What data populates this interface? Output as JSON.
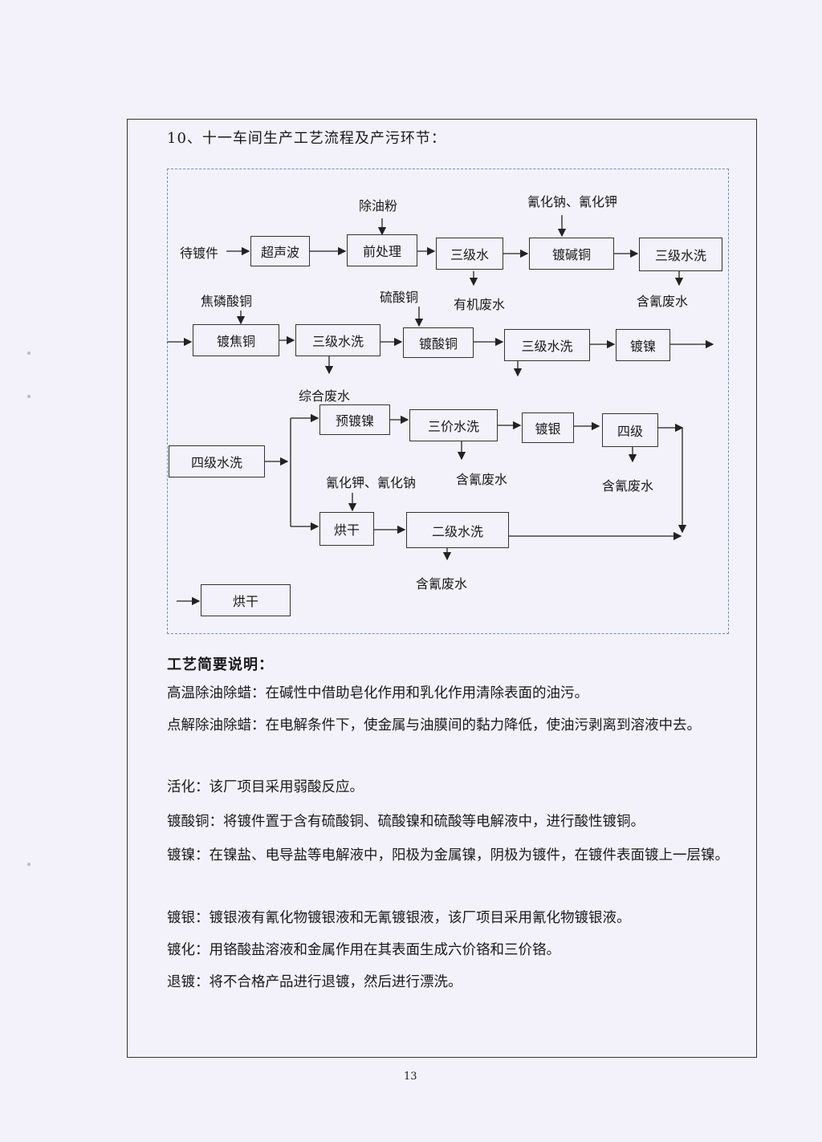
{
  "heading": "10、十一车间生产工艺流程及产污环节：",
  "flow": {
    "input_label": "待镀件",
    "nodes": {
      "chaoshengbo": "超声波",
      "qianchuli": "前处理",
      "sanjishui": "三级水",
      "dujiantong": "镀碱铜",
      "sanjishuixi1": "三级水洗",
      "dujiaotong": "镀焦铜",
      "sanjishuixi2": "三级水洗",
      "dusuantong": "镀酸铜",
      "sanjishuixi3": "三级水洗",
      "dunie": "镀镍",
      "yudunie": "预镀镍",
      "sanjiashuixi": "三价水洗",
      "duyin": "镀银",
      "siji": "四级",
      "sijishuixi": "四级水洗",
      "honggan1": "烘干",
      "erjishuixi": "二级水洗",
      "honggan2": "烘干"
    },
    "labels": {
      "chuyoufen": "除油粉",
      "qinghuana_jia": "氰化钠、氰化钾",
      "youjifeishui": "有机废水",
      "hanqingfeishui1": "含氰废水",
      "jiaolinsuantong": "焦磷酸铜",
      "liusuantong": "硫酸铜",
      "zonghefeishui": "综合废水",
      "hanqingfeishui2": "含氰废水",
      "hanqingfeishui3": "含氰废水",
      "qinghuajia_na": "氰化钾、氰化钠",
      "hanqingfeishui4": "含氰废水"
    }
  },
  "explain": {
    "title": "工艺简要说明：",
    "items": [
      "高温除油除蜡：在碱性中借助皂化作用和乳化作用清除表面的油污。",
      "点解除油除蜡：在电解条件下，使金属与油膜间的黏力降低，使油污剥离到溶液中去。",
      "活化：该厂项目采用弱酸反应。",
      "镀酸铜：将镀件置于含有硫酸铜、硫酸镍和硫酸等电解液中，进行酸性镀铜。",
      "镀镍：在镍盐、电导盐等电解液中，阳极为金属镍，阴极为镀件，在镀件表面镀上一层镍。",
      "镀银：镀银液有氰化物镀银液和无氰镀银液，该厂项目采用氰化物镀银液。",
      "镀化：用铬酸盐溶液和金属作用在其表面生成六价铬和三价铬。",
      "退镀：将不合格产品进行退镀，然后进行漂洗。"
    ]
  },
  "page_number": "13"
}
